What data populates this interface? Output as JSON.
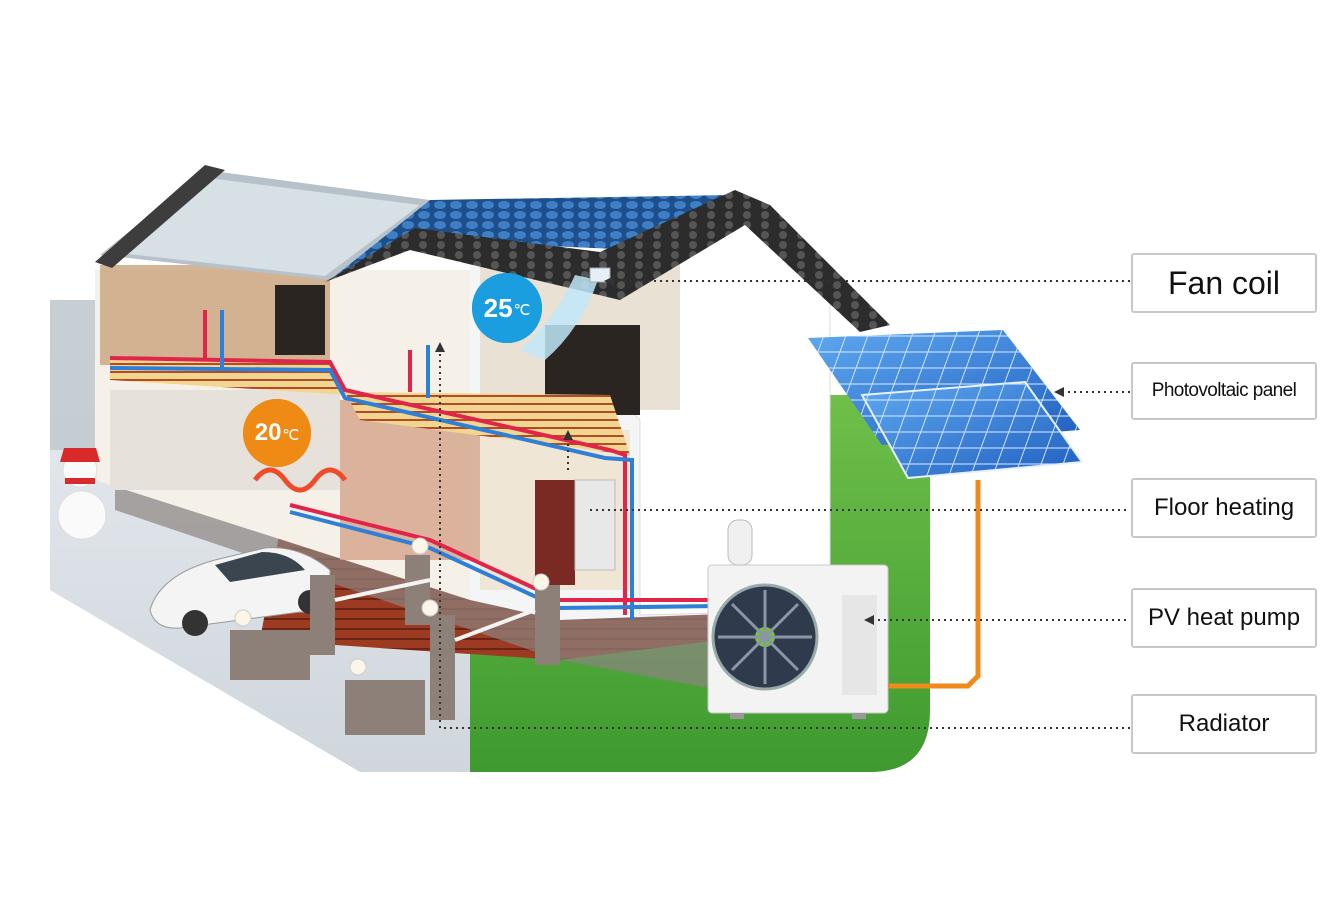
{
  "labels": {
    "fan_coil": "Fan coil",
    "photovoltaic_panel": "Photovoltaic panel",
    "floor_heating": "Floor heating",
    "pv_heat_pump": "PV heat pump",
    "radiator": "Radiator"
  },
  "temperatures": {
    "upper_value": "25",
    "lower_value": "20",
    "unit": "℃"
  },
  "colors": {
    "upper_badge": "#1a9ee0",
    "lower_badge": "#ef8a14",
    "hot_pipe": "#e0244a",
    "cold_pipe": "#2d7fd8",
    "pv_wire": "#f08a1a",
    "grass": "#4fa33a",
    "roof": "#3d3d3d",
    "solar_cell": "#2a74d6"
  },
  "icons": {
    "pointer_arrow": "arrow-left-icon",
    "heat_pump_fan": "fan-icon",
    "snowman": "snowman-icon",
    "car": "car-icon"
  }
}
